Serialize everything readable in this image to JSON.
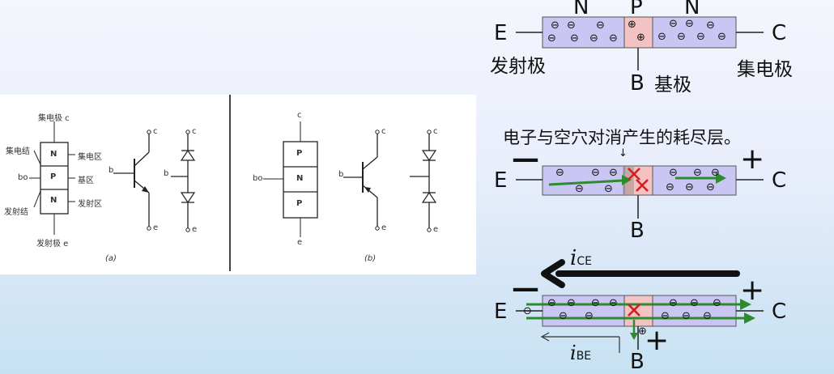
{
  "left_figure": {
    "a": {
      "collector_pole": "集电极 c",
      "collector_junction": "集电结",
      "collector_region": "集电区",
      "base_pin": "bo",
      "base_region": "基区",
      "emitter_junction": "发射结",
      "emitter_region": "发射区",
      "emitter_pole": "发射极 e",
      "layers": [
        "N",
        "P",
        "N"
      ],
      "symbol_b": "b",
      "symbol_c": "c",
      "symbol_e": "e",
      "diode_b": "b",
      "diode_c": "c",
      "diode_e": "e",
      "caption": "(a)"
    },
    "b": {
      "top_c": "c",
      "bottom_e": "e",
      "base_pin": "bo",
      "layers": [
        "P",
        "N",
        "P"
      ],
      "symbol_b": "b",
      "symbol_c": "c",
      "symbol_e": "e",
      "diode_c": "c",
      "diode_e": "e",
      "caption": "(b)"
    }
  },
  "diagram1": {
    "region_labels": [
      "N",
      "P",
      "N"
    ],
    "emitter": "E",
    "collector": "C",
    "base": "B",
    "emitter_name": "发射极",
    "base_name": "基极",
    "collector_name": "集电极",
    "electron": "⊖",
    "hole": "⊕"
  },
  "diagram2": {
    "caption": "电子与空穴对消产生的耗尽层。",
    "arrow_mark": "↓",
    "emitter": "E",
    "collector": "C",
    "base": "B",
    "minus": "—",
    "plus": "+"
  },
  "diagram3": {
    "ice_i": "i",
    "ice_sub": "CE",
    "ibe_i": "i",
    "ibe_sub": "BE",
    "emitter": "E",
    "collector": "C",
    "base": "B",
    "minus": "—",
    "plus_right": "+",
    "plus_base": "+"
  },
  "colors": {
    "n_region": "#c9c6f4",
    "p_region": "#f3c2c2",
    "current_arrow": "#2e8a2e",
    "recombination": "#d81b1b"
  }
}
